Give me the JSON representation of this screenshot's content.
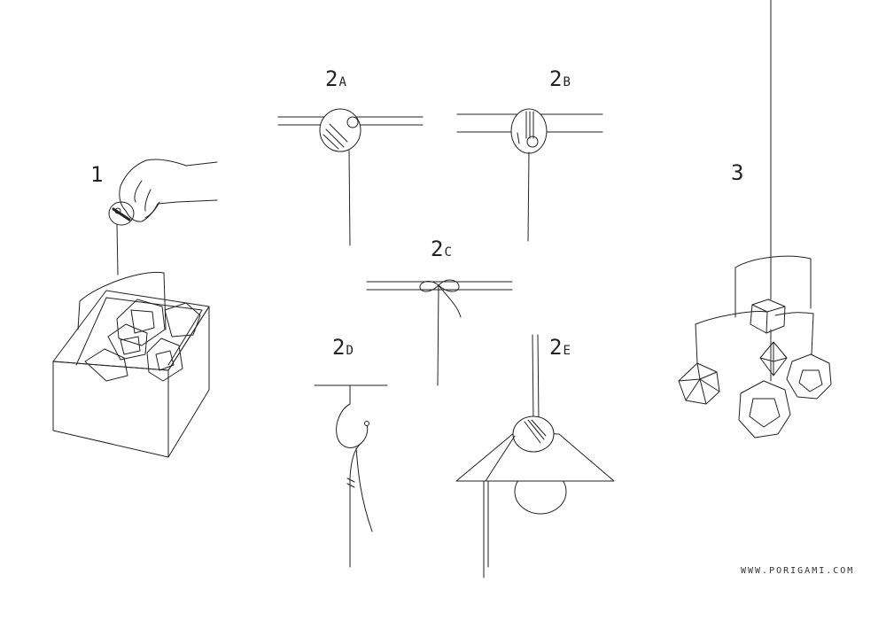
{
  "steps": {
    "s1": {
      "num": "1",
      "sub": ""
    },
    "s2a": {
      "num": "2",
      "sub": "A"
    },
    "s2b": {
      "num": "2",
      "sub": "B"
    },
    "s2c": {
      "num": "2",
      "sub": "C"
    },
    "s2d": {
      "num": "2",
      "sub": "D"
    },
    "s2e": {
      "num": "2",
      "sub": "E"
    },
    "s3": {
      "num": "3",
      "sub": ""
    }
  },
  "footer": {
    "url": "WWW.PORIGAMI.COM"
  },
  "colors": {
    "ink": "#222222",
    "background": "#ffffff"
  }
}
